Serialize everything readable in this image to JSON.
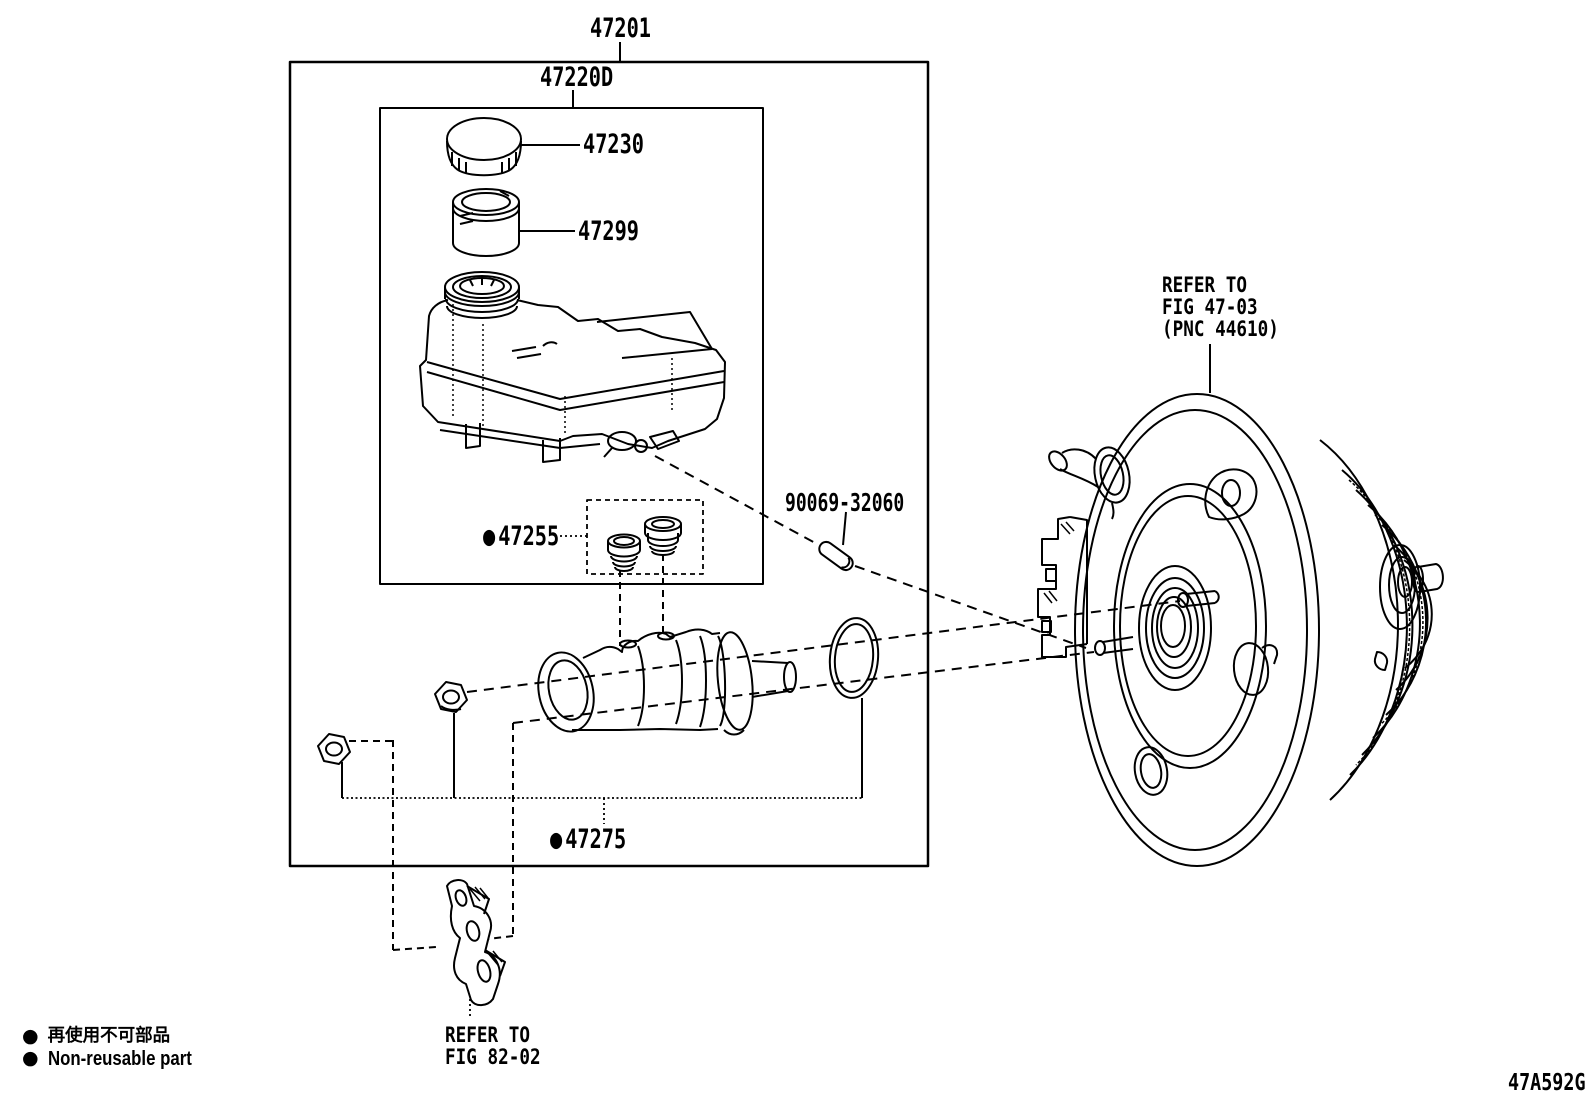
{
  "diagram_code": "47A592G",
  "colors": {
    "line": "#000000",
    "background": "#ffffff"
  },
  "callouts": {
    "assembly": {
      "part_no": "47201"
    },
    "reservoir_sub_assembly": {
      "part_no": "47220D"
    },
    "reservoir_cap": {
      "part_no": "47230"
    },
    "reservoir_strainer": {
      "part_no": "47299"
    },
    "grommet_kit": {
      "part_no": "47255",
      "non_reusable_bullet": "●"
    },
    "slotted_spring_pin": {
      "part_no": "90069-32060"
    },
    "cylinder_kit": {
      "part_no": "47275",
      "non_reusable_bullet": "●"
    }
  },
  "notes": {
    "booster_ref": {
      "lines": [
        "REFER TO",
        "FIG 47-03",
        "(PNC 44610)"
      ]
    },
    "bracket_ref": {
      "lines": [
        "REFER TO",
        "FIG 82-02"
      ]
    }
  },
  "legend": {
    "bullet": "●",
    "jp": "再使用不可部品",
    "en": "Non-reusable part"
  }
}
